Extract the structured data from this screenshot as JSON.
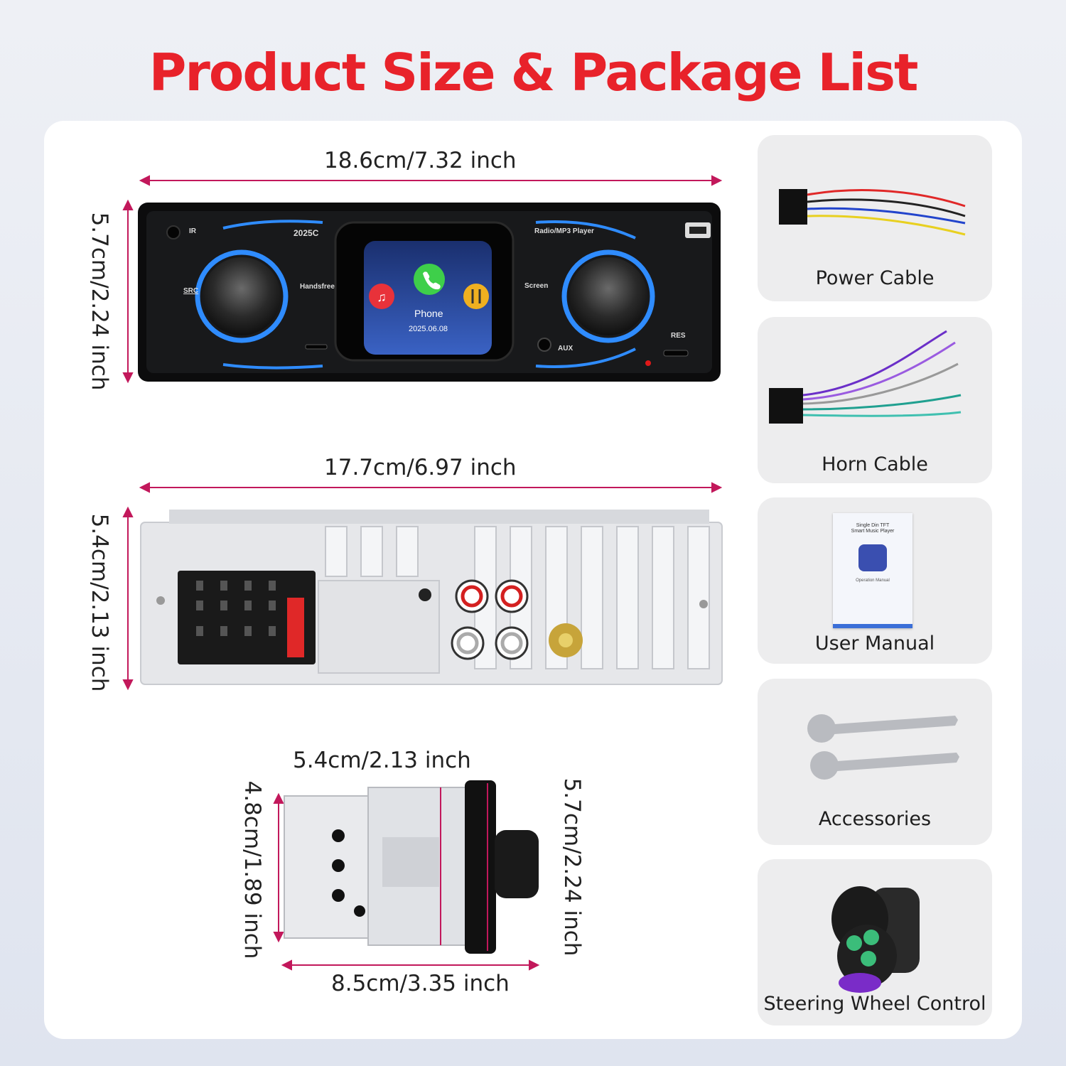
{
  "title": "Product Size & Package List",
  "dimensions": {
    "front_width": "18.6cm/7.32 inch",
    "front_height": "5.7cm/2.24 inch",
    "back_width": "17.7cm/6.97 inch",
    "back_height": "5.4cm/2.13 inch",
    "side_top": "5.4cm/2.13 inch",
    "side_left": "4.8cm/1.89 inch",
    "side_right": "5.7cm/2.24 inch",
    "side_bottom": "8.5cm/3.35 inch"
  },
  "faceplate": {
    "ir": "IR",
    "model": "2025C",
    "player": "Radio/MP3 Player",
    "src": "SRC",
    "handsfree": "Handsfree",
    "screen": "Screen",
    "aux": "AUX",
    "res": "RES",
    "phone": "Phone",
    "date": "2025.06.08"
  },
  "package": [
    {
      "label": "Power Cable"
    },
    {
      "label": "Horn Cable"
    },
    {
      "label": "User Manual"
    },
    {
      "label": "Accessories"
    },
    {
      "label": "Steering Wheel Control"
    }
  ],
  "manual_cover": {
    "title1": "Single Din TFT",
    "title2": "Smart Music Player",
    "subtitle": "Operation Manual"
  },
  "colors": {
    "title": "#e8222a",
    "dimension_line": "#c2185b",
    "accent_blue": "#1e88ff"
  }
}
